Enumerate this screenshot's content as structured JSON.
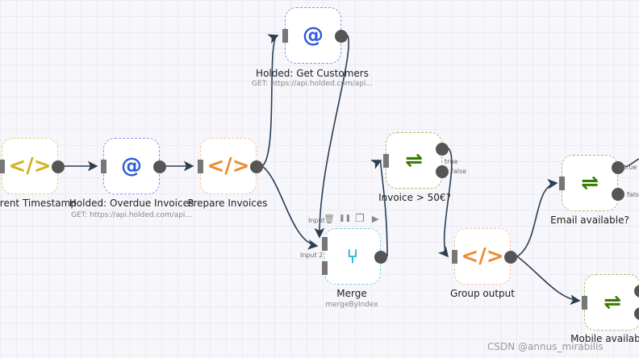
{
  "nodes": {
    "current_timestamp": {
      "label": "Current Timestamp",
      "icon": "code-icon",
      "color": "#d4b020"
    },
    "overdue_invoices": {
      "label": "Holded: Overdue Invoices",
      "subtitle": "GET: https://api.holded.com/api...",
      "icon": "at-icon",
      "color": "#2e5bdb"
    },
    "prepare_invoices": {
      "label": "Prepare Invoices",
      "icon": "code-icon",
      "color": "#f08a30"
    },
    "get_customers": {
      "label": "Holded: Get Customers",
      "subtitle": "GET: https://api.holded.com/api...",
      "icon": "at-icon",
      "color": "#2e5bdb"
    },
    "merge": {
      "label": "Merge",
      "subtitle": "mergeByIndex",
      "icon": "merge-icon",
      "color": "#22b8cf",
      "input1": "Input",
      "input2": "Input 2"
    },
    "invoice_gt_50": {
      "label": "Invoice > 50€?",
      "icon": "signpost-icon",
      "color": "#3b7a00",
      "true_label": "true",
      "false_label": "false"
    },
    "group_output": {
      "label": "Group output",
      "icon": "code-icon",
      "color": "#f08a30"
    },
    "email_available": {
      "label": "Email available?",
      "icon": "signpost-icon",
      "color": "#3b7a00",
      "true_label": "true",
      "false_label": "false"
    },
    "mobile_available": {
      "label": "Mobile available?",
      "icon": "signpost-icon",
      "color": "#3b7a00"
    }
  },
  "toolbar": {
    "delete": "🗑",
    "pause": "❚❚",
    "duplicate": "❐",
    "execute": "▶"
  },
  "watermark": "CSDN @annus_mirabilis"
}
